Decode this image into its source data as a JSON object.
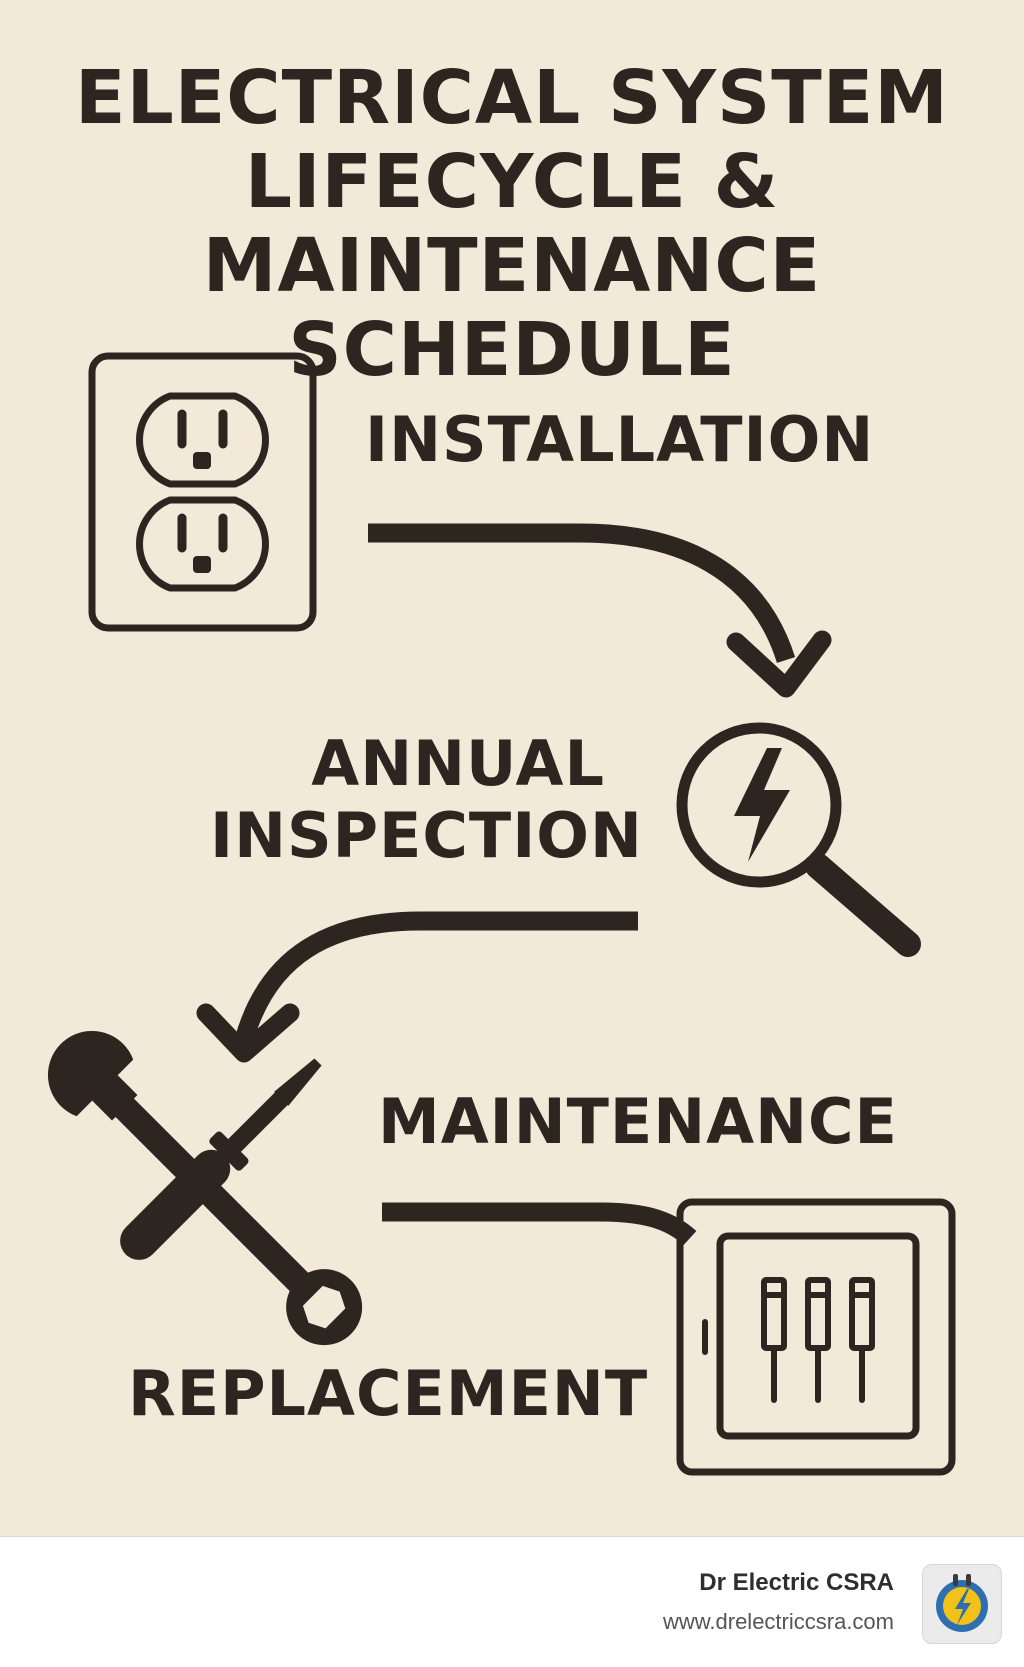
{
  "title": {
    "line1": "ELECTRICAL SYSTEM",
    "line2": "LIFECYCLE &",
    "line3": "MAINTENANCE SCHEDULE"
  },
  "stages": {
    "installation": {
      "label": "INSTALLATION",
      "icon": "outlet-icon"
    },
    "inspection": {
      "line1": "ANNUAL",
      "line2": "INSPECTION",
      "icon": "magnifier-lightning-icon"
    },
    "maintenance": {
      "label": "MAINTENANCE",
      "icon": "wrench-screwdriver-icon"
    },
    "replacement": {
      "label": "REPLACEMENT",
      "icon": "breaker-panel-icon"
    }
  },
  "footer": {
    "brand_name": "Dr Electric CSRA",
    "brand_url": "www.drelectriccsra.com",
    "logo_icon": "plug-bolt-logo-icon"
  },
  "colors": {
    "background": "#f3e9d9",
    "ink": "#2c2520",
    "footer_background": "#ffffff"
  }
}
